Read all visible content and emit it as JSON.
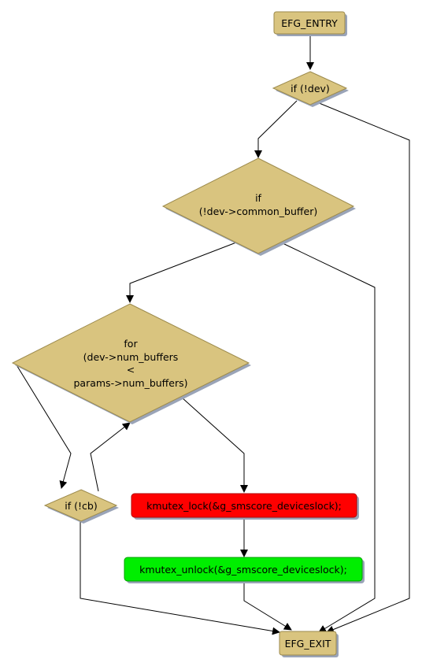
{
  "nodes": {
    "entry": {
      "label": "EFG_ENTRY"
    },
    "if_dev": {
      "label": "if (!dev)"
    },
    "if_common_buffer": {
      "line1": "if",
      "line2": "(!dev->common_buffer)"
    },
    "for_loop": {
      "line1": "for",
      "line2": "(dev->num_buffers",
      "line3": "<",
      "line4": "params->num_buffers)"
    },
    "if_cb": {
      "label": "if (!cb)"
    },
    "kmutex_lock": {
      "label": "kmutex_lock(&g_smscore_deviceslock);",
      "color": "#ff0000"
    },
    "kmutex_unlock": {
      "label": "kmutex_unlock(&g_smscore_deviceslock);",
      "color": "#00ee00"
    },
    "exit": {
      "label": "EFG_EXIT"
    }
  },
  "colors": {
    "node_fill": "#d9c47f",
    "node_border": "#9c8a4c",
    "lock_fill": "#ff0000",
    "unlock_fill": "#00ee00",
    "edge": "#000000"
  }
}
